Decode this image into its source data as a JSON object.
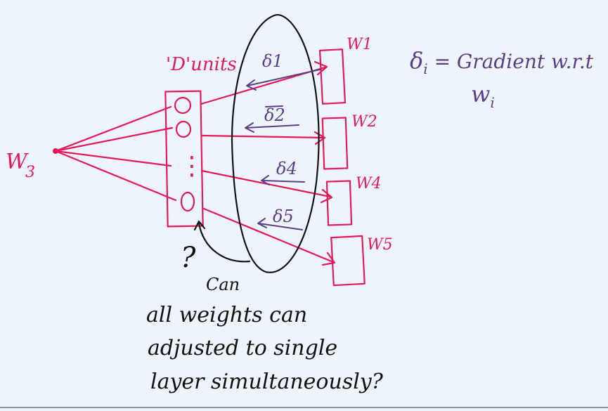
{
  "labels": {
    "w3": "W",
    "w3_sub": "3",
    "dunits": "'D'units",
    "w1": "W1",
    "w2": "W2",
    "w4": "W4",
    "w5": "W5",
    "d1": "δ1",
    "d2": "δ2",
    "d4": "δ4",
    "d5": "δ5",
    "dots": "⋮",
    "question": "?"
  },
  "note": {
    "line1": "δ",
    "line1_sub": "i",
    "line1_rest": " = Gradient w.r.t",
    "line2": "w",
    "line2_sub": "i"
  },
  "question_text": {
    "line1": "Can",
    "line2": "all weights can",
    "line3": "adjusted to single",
    "line4": "layer simultaneously?"
  },
  "colors": {
    "background": "#eef4fb",
    "pink": "#e3195a",
    "purple": "#5b3f86",
    "black": "#111111"
  }
}
